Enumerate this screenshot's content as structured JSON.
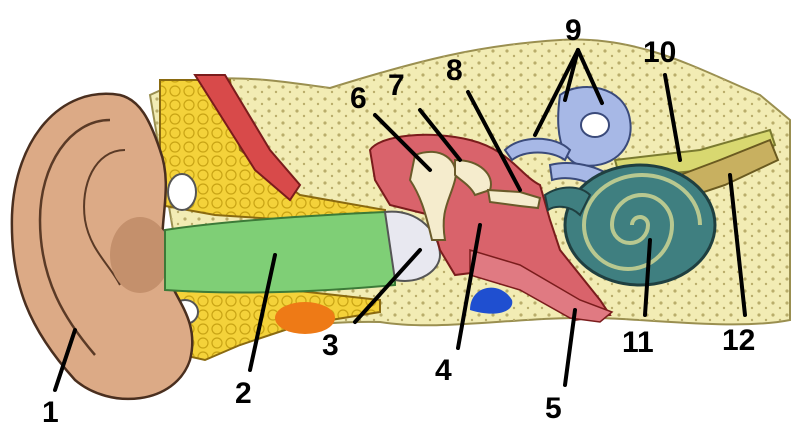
{
  "diagram": {
    "labels": [
      {
        "id": "l1",
        "text": "1"
      },
      {
        "id": "l2",
        "text": "2"
      },
      {
        "id": "l3",
        "text": "3"
      },
      {
        "id": "l4",
        "text": "4"
      },
      {
        "id": "l5",
        "text": "5"
      },
      {
        "id": "l6",
        "text": "6"
      },
      {
        "id": "l7",
        "text": "7"
      },
      {
        "id": "l8",
        "text": "8"
      },
      {
        "id": "l9",
        "text": "9"
      },
      {
        "id": "l10",
        "text": "10"
      },
      {
        "id": "l11",
        "text": "11"
      },
      {
        "id": "l12",
        "text": "12"
      }
    ]
  },
  "colors": {
    "bone": "#f2ecb4",
    "bone_dots": "#b9ad6b",
    "skin": "#dcaa86",
    "skin_dark": "#c4906c",
    "canal": "#7fcf76",
    "fat": "#f4d23a",
    "muscle": "#d84a4a",
    "middle_ear": "#d9636b",
    "cochlea": "#3f7f80",
    "vestibular": "#a7b8e6",
    "nerve": "#d8d870",
    "blue_spot": "#1f4fd0",
    "orange_spot": "#ee7a16"
  }
}
